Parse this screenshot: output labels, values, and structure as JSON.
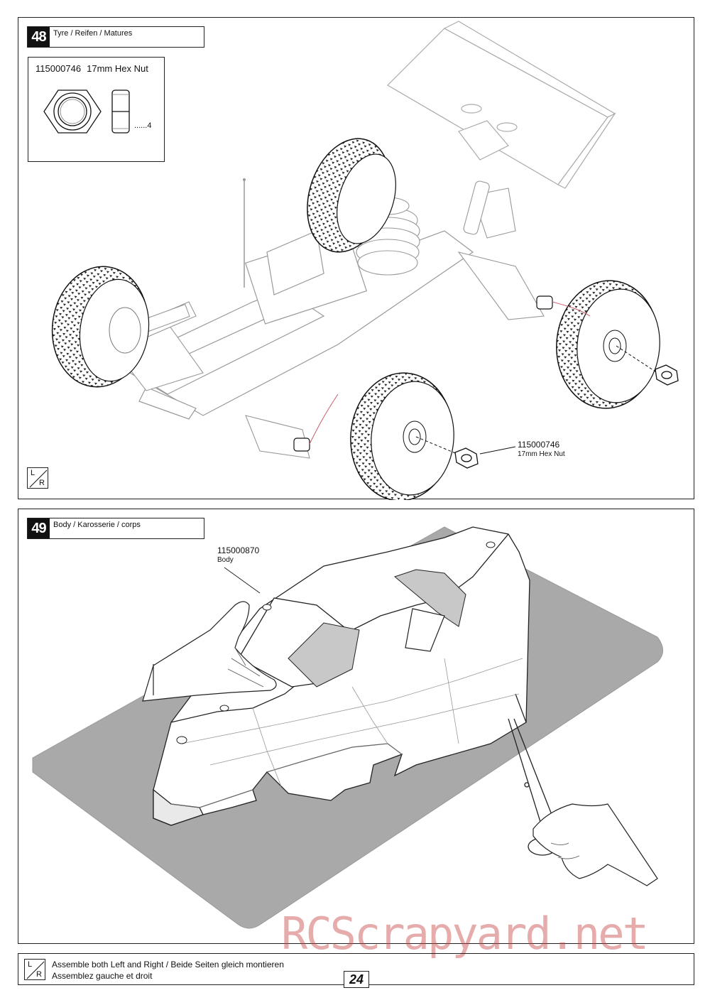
{
  "steps": [
    {
      "number": "48",
      "title": "Tyre / Reifen / Matures",
      "parts": [
        {
          "part_no": "115000746",
          "name": "17mm Hex Nut",
          "quantity": "......4"
        }
      ],
      "callouts": [
        {
          "part_no": "115000746",
          "name": "17mm Hex Nut"
        }
      ],
      "lr_icon": {
        "left": "L",
        "right": "R"
      }
    },
    {
      "number": "49",
      "title": "Body / Karosserie / corps",
      "callouts": [
        {
          "part_no": "115000870",
          "name": "Body"
        }
      ]
    }
  ],
  "footer": {
    "lr_icon": {
      "left": "L",
      "right": "R"
    },
    "line1": "Assemble both Left and Right / Beide Seiten gleich montieren",
    "line2": "Assemblez gauche et droit"
  },
  "page_number": "24",
  "watermark": "RCScrapyard.net",
  "icons": [
    "hex-nut-icon",
    "hex-nut-side-icon",
    "lr-icon",
    "buggy-illustration",
    "body-shell-illustration",
    "hand-icon",
    "scissors-icon"
  ]
}
